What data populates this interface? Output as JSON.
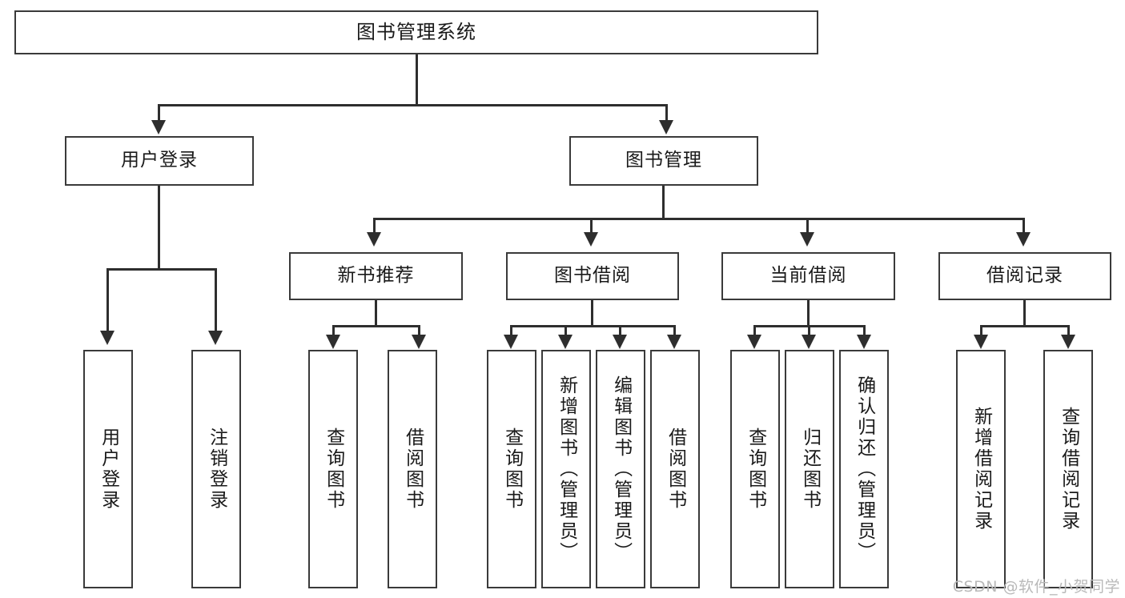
{
  "diagram": {
    "title": "图书管理系统",
    "type": "tree-hierarchy",
    "root": {
      "label": "图书管理系统"
    },
    "level2": [
      {
        "label": "用户登录"
      },
      {
        "label": "图书管理"
      }
    ],
    "level3": [
      {
        "label": "新书推荐"
      },
      {
        "label": "图书借阅"
      },
      {
        "label": "当前借阅"
      },
      {
        "label": "借阅记录"
      }
    ],
    "leaves": {
      "user_login": [
        {
          "label": "用户登录"
        },
        {
          "label": "注销登录"
        }
      ],
      "new_book_recommend": [
        {
          "label": "查询图书"
        },
        {
          "label": "借阅图书"
        }
      ],
      "book_borrow": [
        {
          "label": "查询图书"
        },
        {
          "label": "新增图书（管理员）"
        },
        {
          "label": "编辑图书（管理员）"
        },
        {
          "label": "借阅图书"
        }
      ],
      "current_borrow": [
        {
          "label": "查询图书"
        },
        {
          "label": "归还图书"
        },
        {
          "label": "确认归还（管理员）"
        }
      ],
      "borrow_record": [
        {
          "label": "新增借阅记录"
        },
        {
          "label": "查询借阅记录"
        }
      ]
    }
  },
  "watermark": {
    "text": "CSDN @软件_小贺同学"
  },
  "colors": {
    "box_border": "#3a3a3a",
    "line": "#2e2e2e",
    "background": "#ffffff",
    "text": "#1a1a1a",
    "watermark": "#b9b9b9"
  }
}
